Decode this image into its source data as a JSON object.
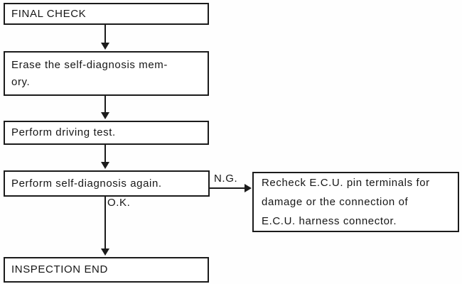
{
  "diagram": {
    "type": "flowchart",
    "nodes": {
      "final_check": {
        "label": "FINAL CHECK"
      },
      "erase_memory": {
        "lines": [
          "Erase the self-diagnosis mem-",
          "ory."
        ]
      },
      "driving_test": {
        "label": "Perform driving test."
      },
      "self_diagnosis_again": {
        "label": "Perform self-diagnosis again."
      },
      "inspection_end": {
        "label": "INSPECTION END"
      },
      "recheck_ecu": {
        "lines": [
          "Recheck E.C.U. pin terminals for",
          "damage or the connection of",
          "E.C.U. harness connector."
        ]
      }
    },
    "edges": {
      "ok_label": "O.K.",
      "ng_label": "N.G."
    },
    "colors": {
      "line": "#1b1b1b",
      "background": "#ffffff",
      "text": "#161616"
    }
  }
}
